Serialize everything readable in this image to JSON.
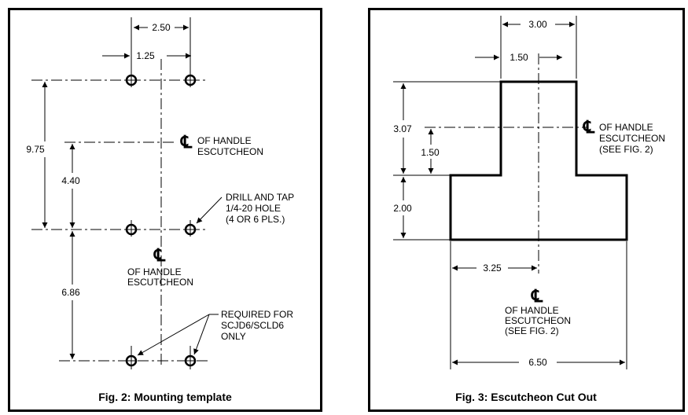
{
  "fig2": {
    "caption": "Fig. 2:  Mounting template",
    "dims": {
      "d250": "2.50",
      "d125": "1.25",
      "d975": "9.75",
      "d440": "4.40",
      "d686": "6.86"
    },
    "cl_symbol": "℄",
    "cl_upper_line1": "OF HANDLE",
    "cl_upper_line2": "ESCUTCHEON",
    "cl_lower_line1": "OF HANDLE",
    "cl_lower_line2": "ESCUTCHEON",
    "drill_line1": "DRILL AND TAP",
    "drill_line2": "1/4-20 HOLE",
    "drill_line3": "(4 OR 6 PLS.)",
    "req_line1": "REQUIRED FOR",
    "req_line2": "SCJD6/SCLD6",
    "req_line3": "ONLY"
  },
  "fig3": {
    "caption": "Fig. 3: Escutcheon Cut Out",
    "dims": {
      "d300": "3.00",
      "d150top": "1.50",
      "d307": "3.07",
      "d150side": "1.50",
      "d200": "2.00",
      "d325": "3.25",
      "d650": "6.50"
    },
    "cl_symbol": "℄",
    "cl_right_line1": "OF HANDLE",
    "cl_right_line2": "ESCUTCHEON",
    "cl_right_line3": "(SEE FIG. 2)",
    "cl_bottom_line1": "OF HANDLE",
    "cl_bottom_line2": "ESCUTCHEON",
    "cl_bottom_line3": "(SEE FIG. 2)"
  }
}
